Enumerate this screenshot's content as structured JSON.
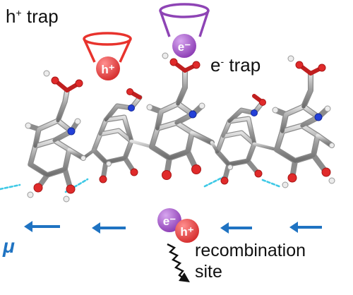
{
  "labels": {
    "h_trap_sign": "h",
    "h_trap_charge": "+",
    "h_trap_word": " trap",
    "e_trap_sign": "e",
    "e_trap_charge": "-",
    "e_trap_word": " trap",
    "recombination_line1": "recombination",
    "recombination_line2": "site",
    "mobility_symbol": "μ"
  },
  "carriers": {
    "hole_text": "h⁺",
    "electron_text": "e⁻"
  },
  "colors": {
    "hole_trap": "#e8332d",
    "electron_trap": "#8e44b5",
    "hole_particle": "#e64a4a",
    "electron_particle": "#a45cc8",
    "mobility_arrow": "#1f73c2",
    "hbond": "#3fc9e6",
    "bond": "#b3b3b3",
    "oxygen": "#e02a2a",
    "nitrogen": "#2340d8",
    "hydrogen": "#ececec"
  },
  "icons": {
    "trap": "bucket-icon",
    "carrier": "sphere-icon",
    "transport": "arrow-left-icon",
    "emission": "wavy-arrow-icon"
  }
}
